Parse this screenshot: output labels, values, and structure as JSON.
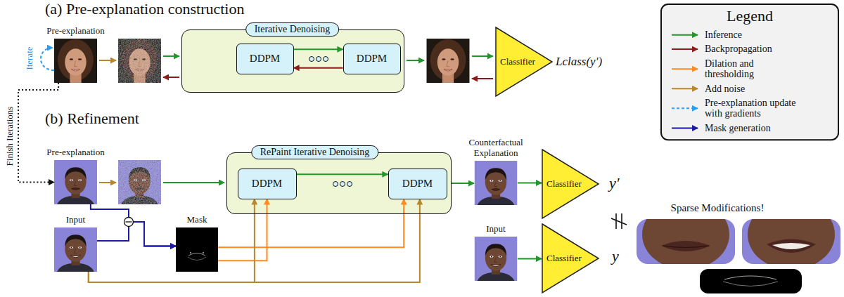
{
  "diagram": {
    "nodes": [
      {
        "text": [
          "Pre-explanation"
        ]
      },
      {
        "text": [
          "Iterative Denoising"
        ]
      },
      {
        "text": [
          "DDPM"
        ],
        "in": 1
      },
      {
        "text": [
          "DDPM"
        ],
        "in": 1
      },
      {
        "text": [
          "Classifier"
        ]
      },
      {
        "text": [
          "Pre-explanation"
        ]
      },
      {
        "text": [
          "RePaint Iterative Denoising"
        ]
      },
      {
        "text": [
          "DDPM"
        ],
        "in": 6
      },
      {
        "text": [
          "DDPM"
        ],
        "in": 6
      },
      {
        "text": [
          "Counterfactual Explanation"
        ]
      },
      {
        "text": [
          "Classifier"
        ]
      },
      {
        "text": [
          "Input"
        ]
      },
      {
        "text": [
          "Mask"
        ]
      },
      {
        "text": [
          "Input"
        ]
      },
      {
        "text": [
          "Classifier"
        ]
      }
    ],
    "edges": [
      {
        "from": 2,
        "to": 3,
        "arrow": "to"
      },
      {
        "from": 3,
        "to": 2,
        "arrow": "to"
      },
      {
        "from": 0,
        "to": 5,
        "label": "Finish Iterations",
        "arrow": "to"
      },
      {
        "from": 7,
        "to": 8,
        "arrow": "to"
      },
      {
        "from": 6,
        "to": 9,
        "arrow": "to"
      },
      {
        "from": 9,
        "to": 10,
        "arrow": "to"
      },
      {
        "from": 5,
        "to": 12,
        "arrow": "to"
      },
      {
        "from": 11,
        "to": 12,
        "arrow": "to"
      },
      {
        "from": 12,
        "to": 7,
        "arrow": "to"
      },
      {
        "from": 12,
        "to": 8,
        "arrow": "to"
      },
      {
        "from": 11,
        "to": 7,
        "arrow": "to"
      },
      {
        "from": 11,
        "to": 8,
        "arrow": "to"
      },
      {
        "from": 13,
        "to": 14,
        "arrow": "to"
      }
    ],
    "labels": [
      "(a) Pre-explanation construction",
      "Legend",
      "Lclass(y′)",
      "Iterate",
      "(b) Refinement",
      "y′",
      "Sparse Modifications!",
      "y"
    ],
    "legend": [
      {
        "text": "Inference"
      },
      {
        "text": "Backpropagation"
      },
      {
        "text": "Dilation and thresholding"
      },
      {
        "text": "Add noise"
      },
      {
        "text": "Pre-explanation update with gradients"
      },
      {
        "text": "Mask generation"
      }
    ]
  }
}
